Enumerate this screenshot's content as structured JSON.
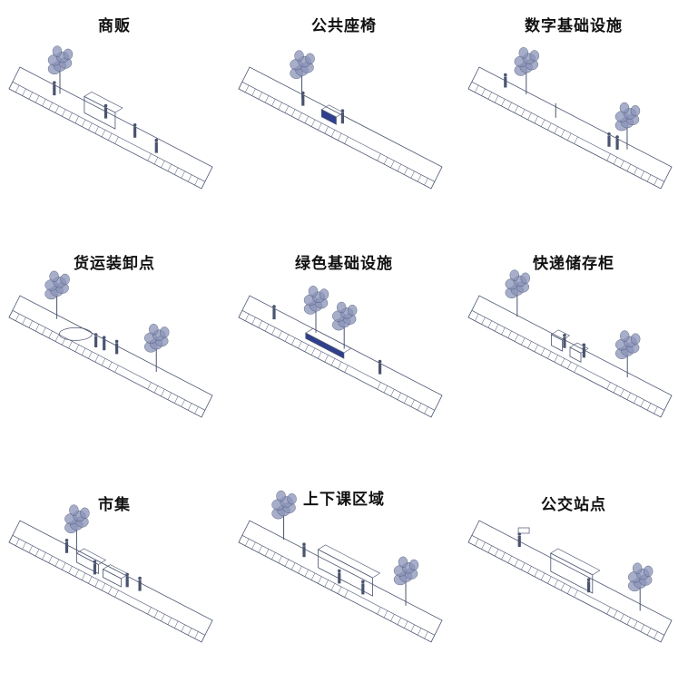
{
  "panels": [
    {
      "title": "商贩"
    },
    {
      "title": "公共座椅"
    },
    {
      "title": "数字基础设施"
    },
    {
      "title": "货运装卸点"
    },
    {
      "title": "绿色基础设施"
    },
    {
      "title": "快递储存柜"
    },
    {
      "title": "市集"
    },
    {
      "title": "上下课区域"
    },
    {
      "title": "公交站点"
    }
  ],
  "colors": {
    "line": "#4a5470",
    "accent": "#2f3f8f",
    "tree": "#8a93b8"
  }
}
